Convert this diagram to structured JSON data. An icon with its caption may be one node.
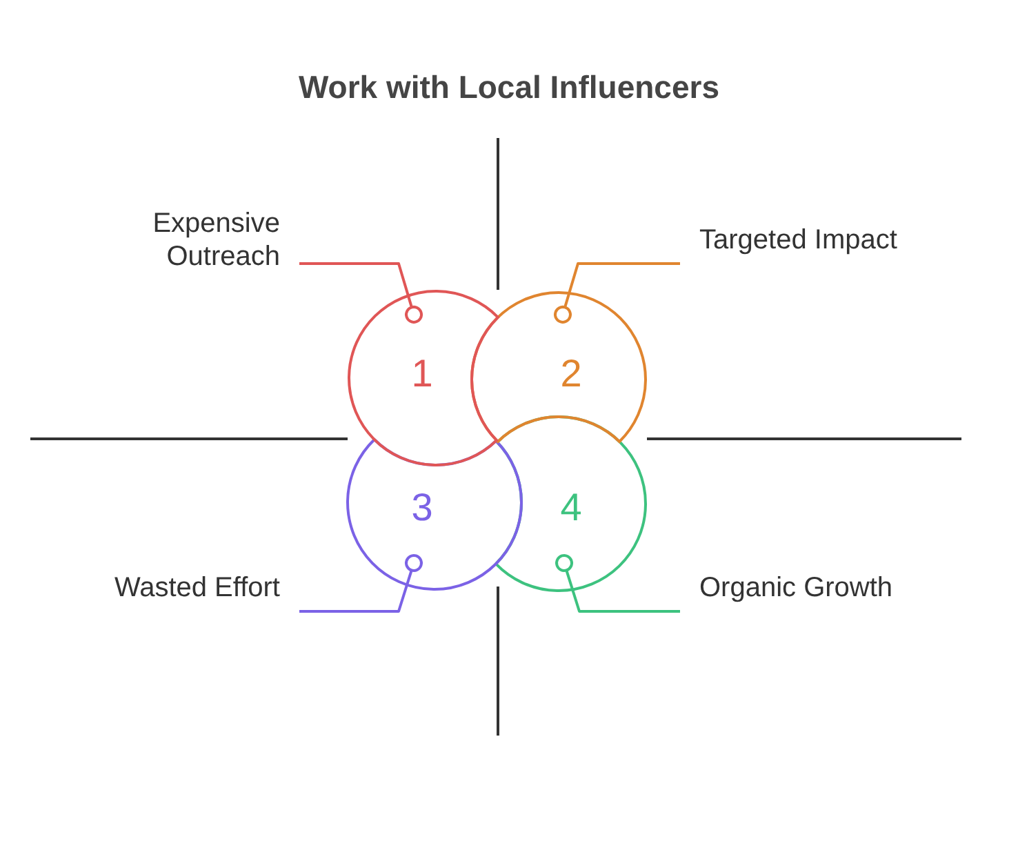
{
  "diagram": {
    "title": "Work with Local Influencers",
    "nodes": [
      {
        "text": [
          "Expensive Outreach"
        ]
      },
      {
        "text": [
          "Targeted Impact"
        ]
      },
      {
        "text": [
          "1"
        ]
      },
      {
        "text": [
          "2"
        ]
      },
      {
        "text": [
          "3"
        ]
      },
      {
        "text": [
          "4"
        ]
      },
      {
        "text": [
          "Wasted Effort"
        ]
      },
      {
        "text": [
          "Organic Growth"
        ]
      }
    ],
    "edges": [
      {
        "from": 0,
        "to": 2,
        "arrow": "other",
        "color": "#e05656"
      },
      {
        "from": 1,
        "to": 3,
        "arrow": "other",
        "color": "#e0852f"
      },
      {
        "from": 6,
        "to": 4,
        "arrow": "other",
        "color": "#7b62e6"
      },
      {
        "from": 7,
        "to": 5,
        "arrow": "other",
        "color": "#3dc27f"
      }
    ]
  }
}
